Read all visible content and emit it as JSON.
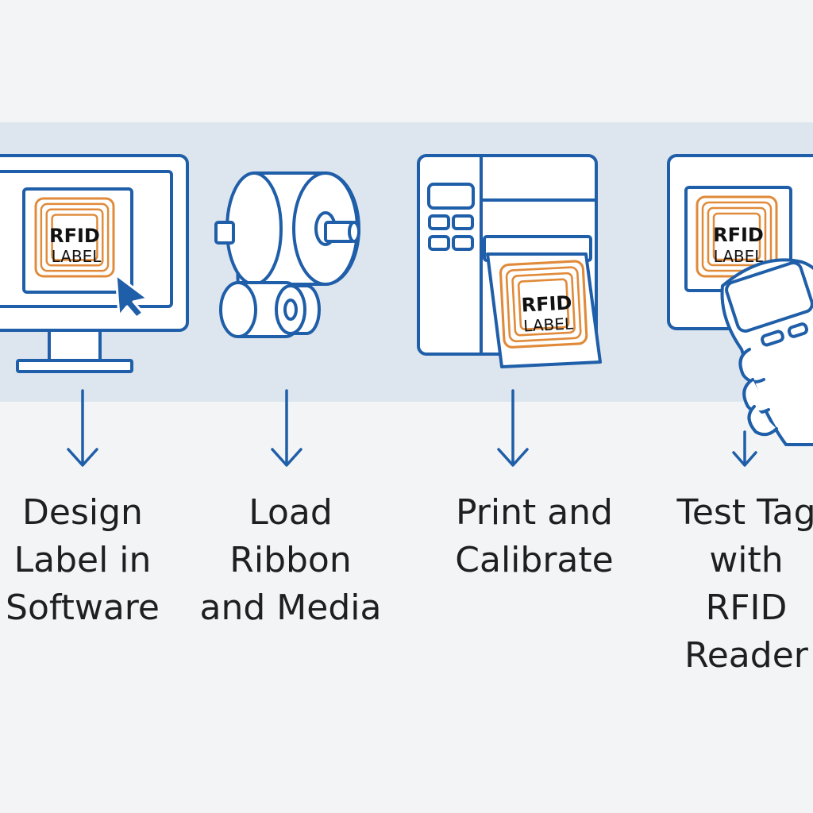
{
  "colors": {
    "background": "#f3f4f5",
    "band": "#dde6ef",
    "outline": "#1f5ea8",
    "antenna": "#e08a3a",
    "text": "#1e1f21"
  },
  "steps": [
    {
      "label": "Design\nLabel in\nSoftware",
      "icon": "computer-monitor-icon",
      "tag_title": "RFID",
      "tag_sub": "LABEL"
    },
    {
      "label": "Load\nRibbon\nand Media",
      "icon": "ribbon-roll-icon"
    },
    {
      "label": "Print and\nCalibrate",
      "icon": "label-printer-icon",
      "tag_title": "RFID",
      "tag_sub": "LABEL"
    },
    {
      "label": "Test Tag\nwith\nRFID\nReader",
      "icon": "rfid-reader-icon",
      "tag_title": "RFID",
      "tag_sub": "LABEL"
    }
  ]
}
